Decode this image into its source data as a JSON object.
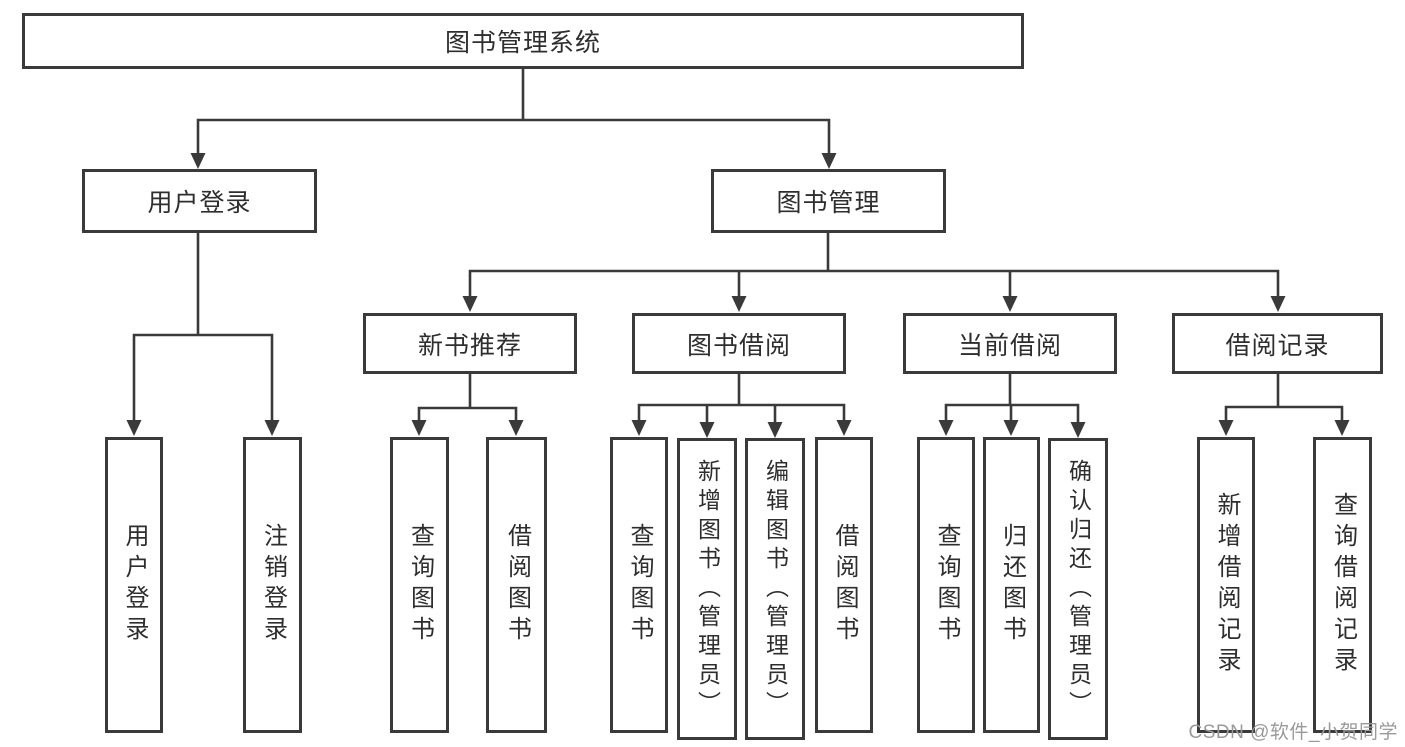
{
  "tree": {
    "root": {
      "label": "图书管理系统"
    },
    "branches": {
      "user_login": {
        "label": "用户登录",
        "children": [
          {
            "label": "用户登录"
          },
          {
            "label": "注销登录"
          }
        ]
      },
      "book_mgmt": {
        "label": "图书管理",
        "sections": {
          "new_books": {
            "label": "新书推荐",
            "children": [
              {
                "label": "查询图书"
              },
              {
                "label": "借阅图书"
              }
            ]
          },
          "book_borrow": {
            "label": "图书借阅",
            "children": [
              {
                "label": "查询图书"
              },
              {
                "label": "新增图书（管理员）"
              },
              {
                "label": "编辑图书（管理员）"
              },
              {
                "label": "借阅图书"
              }
            ]
          },
          "current_borrow": {
            "label": "当前借阅",
            "children": [
              {
                "label": "查询图书"
              },
              {
                "label": "归还图书"
              },
              {
                "label": "确认归还（管理员）"
              }
            ]
          },
          "borrow_records": {
            "label": "借阅记录",
            "children": [
              {
                "label": "新增借阅记录"
              },
              {
                "label": "查询借阅记录"
              }
            ]
          }
        }
      }
    }
  },
  "watermark": {
    "text": "CSDN @软件_小贺同学"
  },
  "colors": {
    "line": "#3a3a3a",
    "box_border": "#3a3a3a",
    "text": "#2e2e2e",
    "watermark": "#9a9a9a",
    "background": "#ffffff"
  }
}
